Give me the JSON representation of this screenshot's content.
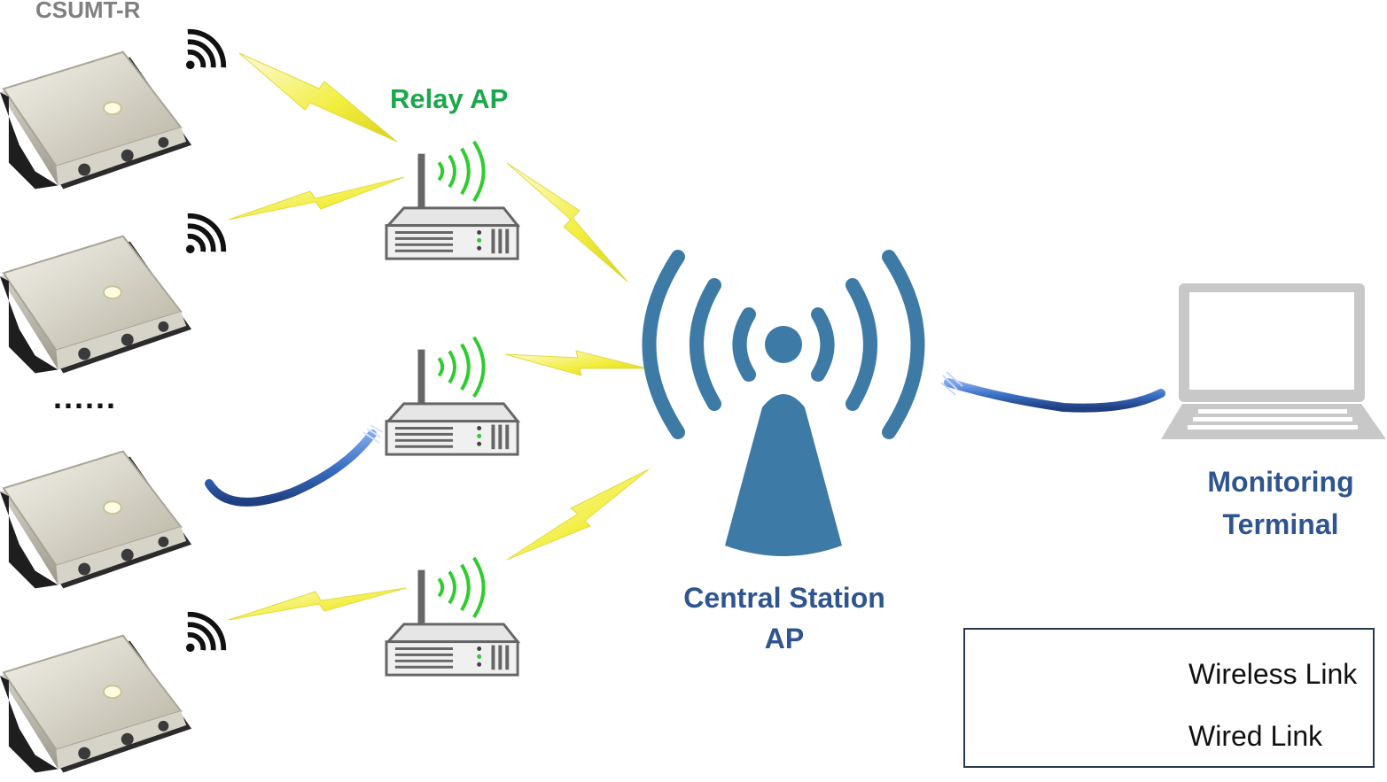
{
  "labels": {
    "device": "CSUMT-R",
    "relay_ap": "Relay AP",
    "central_line1": "Central Station",
    "central_line2": "AP",
    "terminal_line1": "Monitoring",
    "terminal_line2": "Terminal",
    "ellipsis": "......"
  },
  "legend": {
    "wireless": "Wireless Link",
    "wired": "Wired Link"
  },
  "colors": {
    "wireless_link": "#f2f04a",
    "wired_link": "#3a6fc4",
    "relay_signal": "#2ecc2e",
    "central_ap": "#3d7aa6",
    "label_blue": "#2f5590",
    "label_green": "#1ba84b",
    "laptop": "#c8c8c8"
  },
  "icons": [
    "wifi-icon",
    "router-icon",
    "antenna-tower-icon",
    "laptop-icon",
    "lightning-link-icon",
    "cable-icon"
  ]
}
